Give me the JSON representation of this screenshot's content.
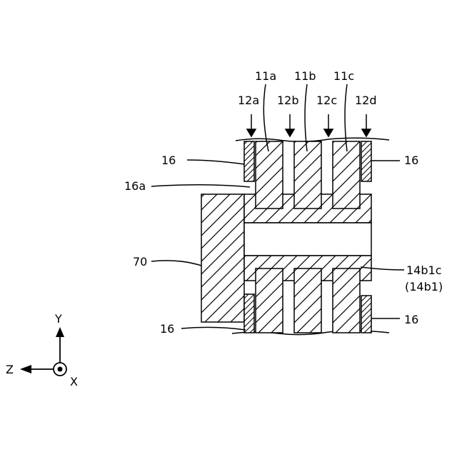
{
  "diagram": {
    "labels": {
      "fin_11a": "11a",
      "fin_11b": "11b",
      "fin_11c": "11c",
      "groove_12a": "12a",
      "groove_12b": "12b",
      "groove_12c": "12c",
      "groove_12d": "12d",
      "wall_16_top_left": "16",
      "wall_16_top_right": "16",
      "wall_16_bottom_left": "16",
      "wall_16_bottom_right": "16",
      "face_16a": "16a",
      "member_70": "70",
      "part_14b1c": "14b1c",
      "part_14b1_paren": "(14b1)"
    },
    "axes": {
      "y": "Y",
      "z": "Z",
      "x": "X"
    }
  },
  "colors": {
    "line": "#000000",
    "background": "#ffffff",
    "fill": "#ffffff"
  }
}
